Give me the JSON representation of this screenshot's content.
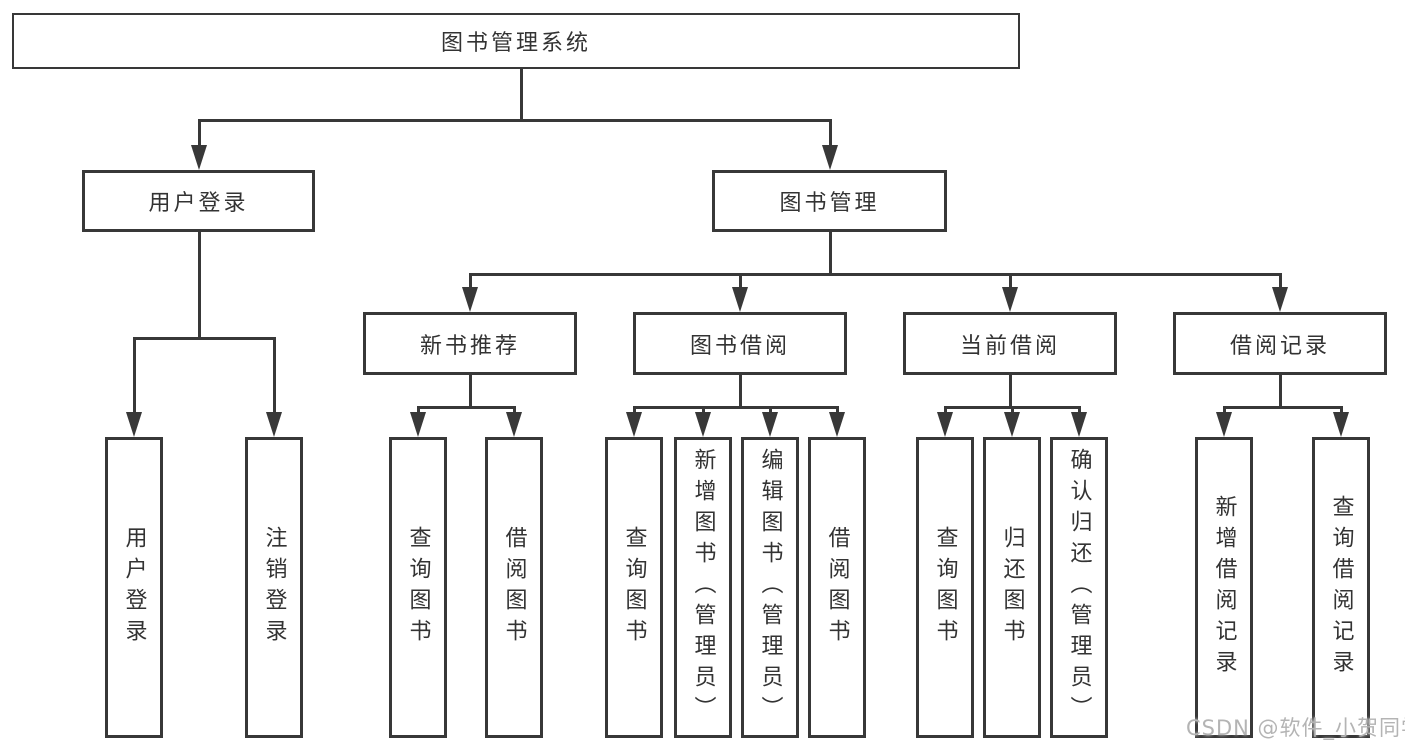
{
  "diagram": {
    "root": "图书管理系统",
    "level1": {
      "user_login": "用户登录",
      "book_management": "图书管理"
    },
    "level2": {
      "new_books": "新书推荐",
      "book_borrow": "图书借阅",
      "current_borrow": "当前借阅",
      "borrow_records": "借阅记录"
    },
    "leaves": {
      "user_login": "用户登录",
      "logout": "注销登录",
      "nb_query": "查询图书",
      "nb_borrow": "借阅图书",
      "bb_query": "查询图书",
      "bb_add": "新增图书（管理员）",
      "bb_edit": "编辑图书（管理员）",
      "bb_borrow": "借阅图书",
      "cb_query": "查询图书",
      "cb_return": "归还图书",
      "cb_confirm": "确认归还（管理员）",
      "br_add": "新增借阅记录",
      "br_query": "查询借阅记录"
    },
    "structure": [
      {
        "node": "图书管理系统",
        "children": [
          {
            "node": "用户登录",
            "children": [
              "用户登录",
              "注销登录"
            ]
          },
          {
            "node": "图书管理",
            "children": [
              {
                "node": "新书推荐",
                "children": [
                  "查询图书",
                  "借阅图书"
                ]
              },
              {
                "node": "图书借阅",
                "children": [
                  "查询图书",
                  "新增图书（管理员）",
                  "编辑图书（管理员）",
                  "借阅图书"
                ]
              },
              {
                "node": "当前借阅",
                "children": [
                  "查询图书",
                  "归还图书",
                  "确认归还（管理员）"
                ]
              },
              {
                "node": "借阅记录",
                "children": [
                  "新增借阅记录",
                  "查询借阅记录"
                ]
              }
            ]
          }
        ]
      }
    ]
  },
  "watermark": "CSDN @软件_小贺同学",
  "colors": {
    "line": "#383838",
    "text": "#333333",
    "background": "#ffffff",
    "watermark": "#b4b4b4"
  }
}
